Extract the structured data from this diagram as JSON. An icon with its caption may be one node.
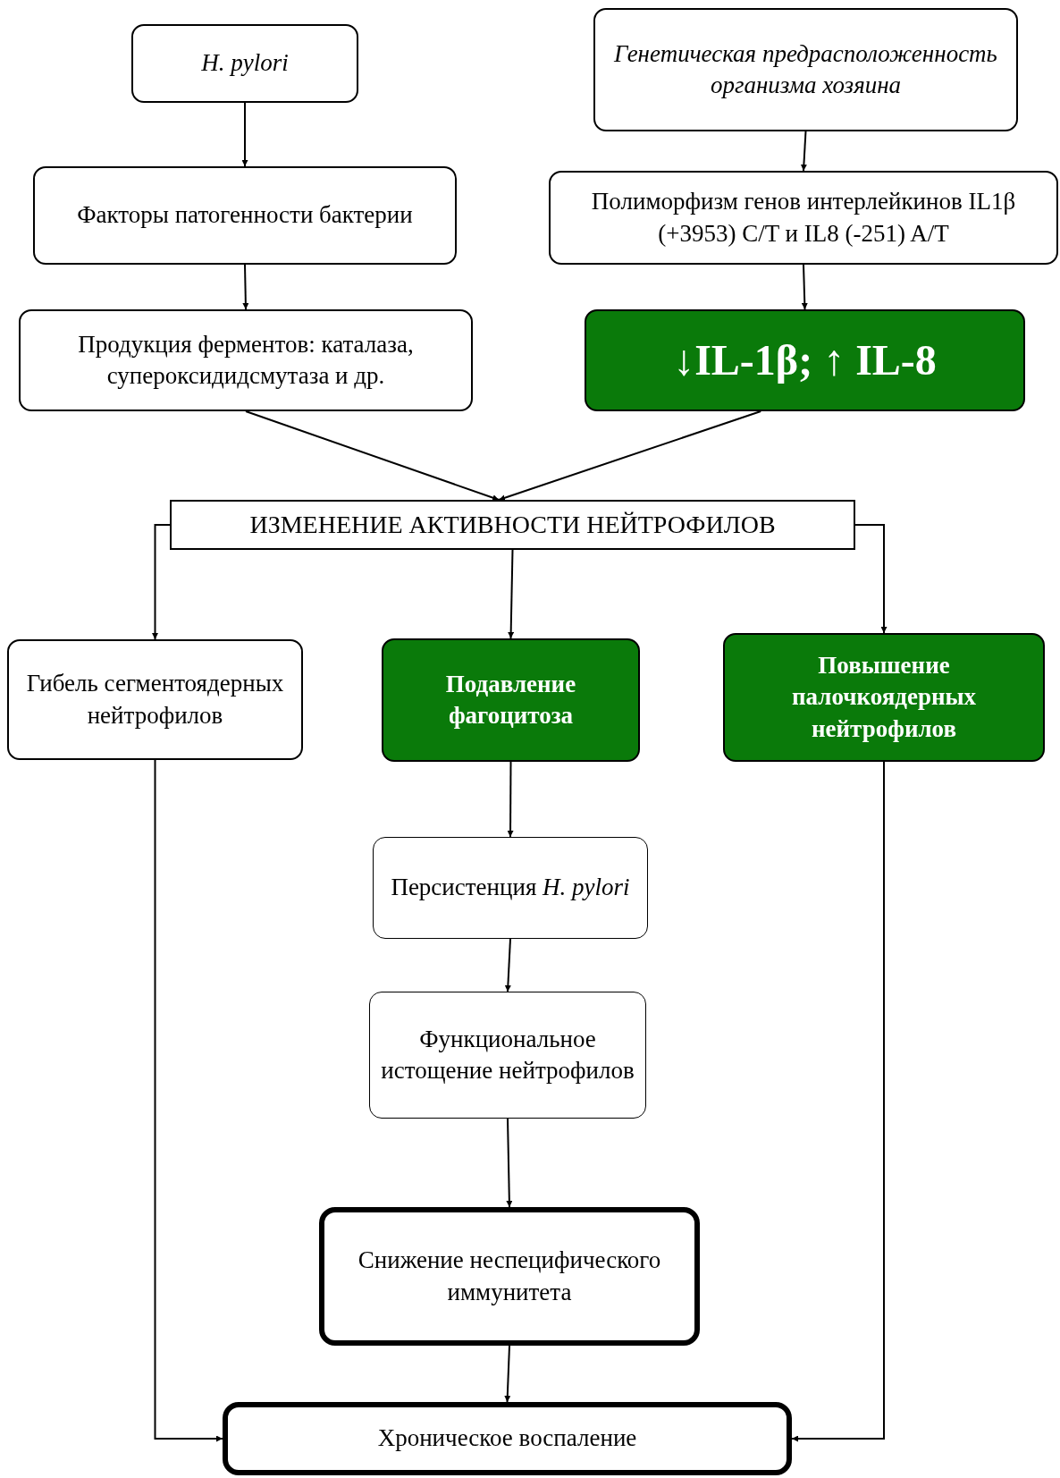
{
  "diagram": {
    "nodes": [
      {
        "text": [
          "H. pylori"
        ]
      },
      {
        "text": [
          "Генетическая предрасположенность организма хозяина"
        ]
      },
      {
        "text": [
          "Факторы патогенности бактерии"
        ]
      },
      {
        "text": [
          "Полиморфизм генов интерлейкинов IL1β (+3953) C/T и IL8 (-251) A/T"
        ]
      },
      {
        "text": [
          "Продукция ферментов: каталаза, супероксидидсмутаза и др."
        ]
      },
      {
        "text": [
          "↓IL-1β; ↑ IL-8"
        ]
      },
      {
        "text": [
          "ИЗМЕНЕНИЕ АКТИВНОСТИ НЕЙТРОФИЛОВ"
        ]
      },
      {
        "text": [
          "Гибель сегментоядерных нейтрофилов"
        ]
      },
      {
        "text": [
          "Подавление фагоцитоза"
        ]
      },
      {
        "text": [
          "Повышение палочкоядерных нейтрофилов"
        ]
      },
      {
        "text": [
          "Персистенция *H. pylori*"
        ]
      },
      {
        "text": [
          "Функциональное истощение нейтрофилов"
        ]
      },
      {
        "text": [
          "Снижение неспецифического иммунитета"
        ]
      },
      {
        "text": [
          "Хроническое воспаление"
        ]
      }
    ],
    "edges": [
      {
        "from": 0,
        "to": 2,
        "arrow": "to"
      },
      {
        "from": 1,
        "to": 3,
        "arrow": "to"
      },
      {
        "from": 2,
        "to": 4,
        "arrow": "to"
      },
      {
        "from": 3,
        "to": 5,
        "arrow": "to"
      },
      {
        "from": 4,
        "to": 6,
        "arrow": "to"
      },
      {
        "from": 5,
        "to": 6,
        "arrow": "to"
      },
      {
        "from": 6,
        "to": 7,
        "arrow": "to"
      },
      {
        "from": 6,
        "to": 8,
        "arrow": "to"
      },
      {
        "from": 6,
        "to": 9,
        "arrow": "to"
      },
      {
        "from": 8,
        "to": 10,
        "arrow": "to"
      },
      {
        "from": 10,
        "to": 11,
        "arrow": "to"
      },
      {
        "from": 11,
        "to": 12,
        "arrow": "to"
      },
      {
        "from": 12,
        "to": 13,
        "arrow": "to"
      },
      {
        "from": 7,
        "to": 13,
        "arrow": "to"
      },
      {
        "from": 9,
        "to": 13,
        "arrow": "to"
      }
    ]
  }
}
